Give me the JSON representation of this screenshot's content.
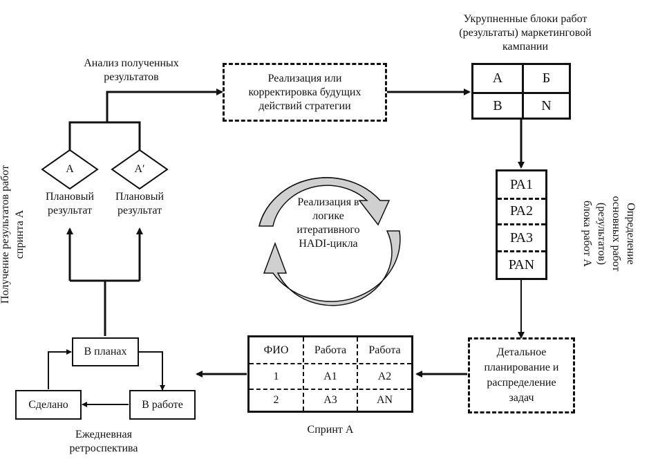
{
  "labels": {
    "analysis": [
      "Анализ полученных",
      "результатов"
    ],
    "enlarged_blocks": [
      "Укрупненные блоки работ",
      "(результаты) маркетинговой",
      "кампании"
    ],
    "getting_results": [
      "Получение результатов работ",
      "спринта А"
    ],
    "defining_works": [
      "Определение",
      "основных работ",
      "(результатов)",
      "блока работ А"
    ],
    "daily_retro": [
      "Ежедневная",
      "ретроспектива"
    ],
    "sprint": "Спринт А"
  },
  "strategy_box": [
    "Реализация или",
    "корректировка будущих",
    "действий стратегии"
  ],
  "blocks_grid": [
    "А",
    "Б",
    "В",
    "N"
  ],
  "work_list": [
    "РА1",
    "РА2",
    "РА3",
    "РАN"
  ],
  "planning_box": [
    "Детальное",
    "планирование и",
    "распределение",
    "задач"
  ],
  "planned_results": [
    {
      "symbol": "А",
      "label": [
        "Плановый",
        "результат"
      ]
    },
    {
      "symbol": "А′",
      "label": [
        "Плановый",
        "результат"
      ]
    }
  ],
  "hadi_cycle": [
    "Реализация в",
    "логике",
    "итеративного",
    "HADI-цикла"
  ],
  "sprint_table": {
    "headers": [
      "ФИО",
      "Работа",
      "Работа"
    ],
    "rows": [
      [
        "1",
        "А1",
        "А2"
      ],
      [
        "2",
        "А3",
        "АN"
      ]
    ]
  },
  "kanban": {
    "planned": "В планах",
    "in_progress": "В работе",
    "done": "Сделано"
  }
}
